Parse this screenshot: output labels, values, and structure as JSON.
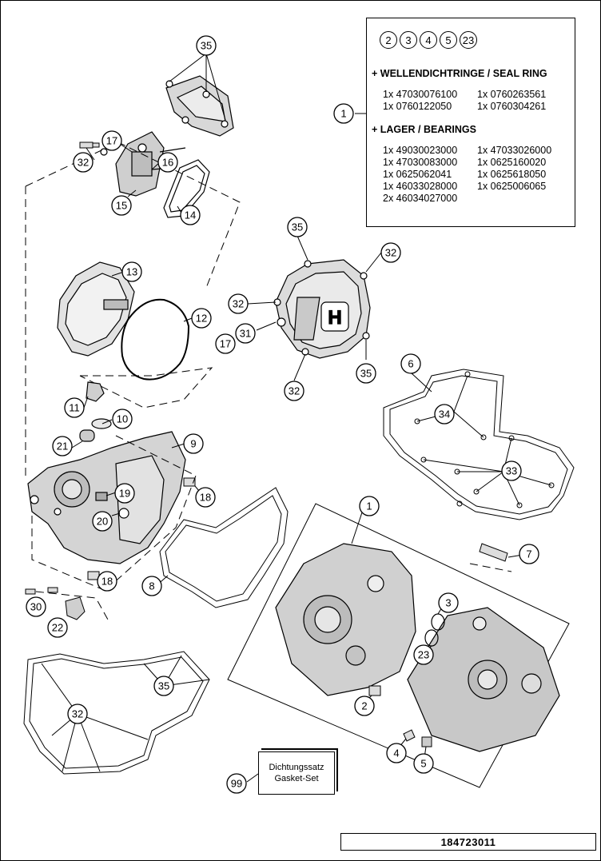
{
  "diagram": {
    "callouts": [
      "35",
      "17",
      "32",
      "16",
      "15",
      "14",
      "13",
      "12",
      "35",
      "32",
      "32",
      "31",
      "17",
      "35",
      "32",
      "6",
      "34",
      "33",
      "11",
      "10",
      "21",
      "9",
      "19",
      "18",
      "20",
      "18",
      "8",
      "30",
      "22",
      "1",
      "3",
      "23",
      "2",
      "4",
      "5",
      "7",
      "35",
      "32",
      "99"
    ],
    "info_box": {
      "circles": [
        "2",
        "3",
        "4",
        "5",
        "23"
      ],
      "callout": "1",
      "seal_heading": "+ WELLENDICHTRINGE / SEAL RING",
      "seal_rows": [
        [
          "1x 47030076100",
          "1x 0760263561"
        ],
        [
          "1x 0760122050",
          "1x 0760304261"
        ]
      ],
      "bearing_heading": "+ LAGER / BEARINGS",
      "bearing_rows": [
        [
          "1x 49030023000",
          "1x 47033026000"
        ],
        [
          "1x 47030083000",
          "1x 0625160020"
        ],
        [
          "1x 0625062041",
          "1x 0625618050"
        ],
        [
          "1x 46033028000",
          "1x 0625006065"
        ],
        [
          "2x 46034027000",
          ""
        ]
      ]
    },
    "kit": {
      "line1": "Dichtungssatz",
      "line2": "Gasket-Set"
    },
    "reference": "184723011",
    "brand_mark": "H"
  }
}
